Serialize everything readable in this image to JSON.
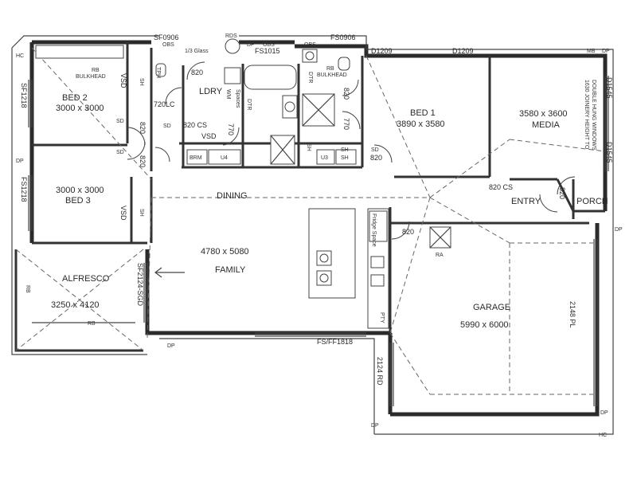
{
  "rooms": {
    "bed2": {
      "name": "BED 2",
      "size": "3000 x 3000"
    },
    "bed3": {
      "name": "BED 3",
      "size": "3000 x 3000"
    },
    "bed1": {
      "name": "BED 1",
      "size": "3890 x 3580"
    },
    "media": {
      "name": "MEDIA",
      "size": "3580 x 3600"
    },
    "family": {
      "name": "FAMILY",
      "size": "4780 x 5080"
    },
    "alfresco": {
      "name": "ALFRESCO",
      "size": "3250 x 4120"
    },
    "garage": {
      "name": "GARAGE",
      "size": "5990 x 6000"
    },
    "dining": "DINING",
    "ldry": "LDRY",
    "entry": "ENTRY",
    "porch": "PORCH"
  },
  "windows": {
    "sf0906": "SF0906",
    "fs0906": "FS0906",
    "fs1015": "FS1015",
    "d1209_a": "D1209",
    "d1209_b": "D1209",
    "sf1218": "SF1218",
    "fs1218": "FS1218",
    "sf2124": "SF2124-SGD",
    "fsff1818": "FS/FF1818",
    "d1545_a": "D1545",
    "d1545_b": "D1545",
    "pl2148": "2148 PL",
    "rd2124": "2124 RD"
  },
  "doors": {
    "d820_ldry": "820",
    "d720lc": "720LC",
    "d820_bed2": "820",
    "d820_bed3": "820",
    "d820cs_hall": "820 CS",
    "d770_ldry": "770",
    "d770_ens": "770",
    "d820_ens": "820",
    "d820_bed1": "820",
    "d820cs_media": "820 CS",
    "d820_entry": "820",
    "d820_garage": "820"
  },
  "fixtures": {
    "bulkhead_a": "BULKHEAD",
    "bulkhead_b": "BULKHEAD",
    "rb1": "RB",
    "rb2": "RB",
    "rb3": "RB",
    "rb4": "RB",
    "vsd_bed2": "VSD",
    "vsd_hall": "VSD",
    "vsd_bed3": "VSD",
    "sh_bed2": "SH",
    "sh_bed3": "SH",
    "sh_ens": "SH",
    "sh_hall": "SH",
    "sh_ens2": "SH",
    "tph": "TPH",
    "wm": "WM",
    "spaces": "Spaces",
    "dtr1": "DTR",
    "dtr2": "DTR",
    "brm": "BRM",
    "u4": "U4",
    "u3": "U3",
    "sd1": "SD",
    "sd2": "SD",
    "sd3": "SD",
    "sd4": "SD",
    "fridge": "Fridge Space",
    "pty": "PTY",
    "ra": "RA",
    "glass": "1/3 Glass",
    "obs1": "OBS",
    "obs2": "OBS",
    "obs3": "OBS",
    "hc1": "HC",
    "hc2": "HC",
    "mb": "MB",
    "dp1": "DP",
    "dp2": "DP",
    "dp3": "DP",
    "dp4": "DP",
    "dp5": "DP",
    "dp6": "DP",
    "dp7": "DP",
    "rds": "RDS",
    "joinery": "1630 JOINERY HEIGHT TO",
    "joinery2": "DOUBLE HUNG WINDOWS"
  }
}
